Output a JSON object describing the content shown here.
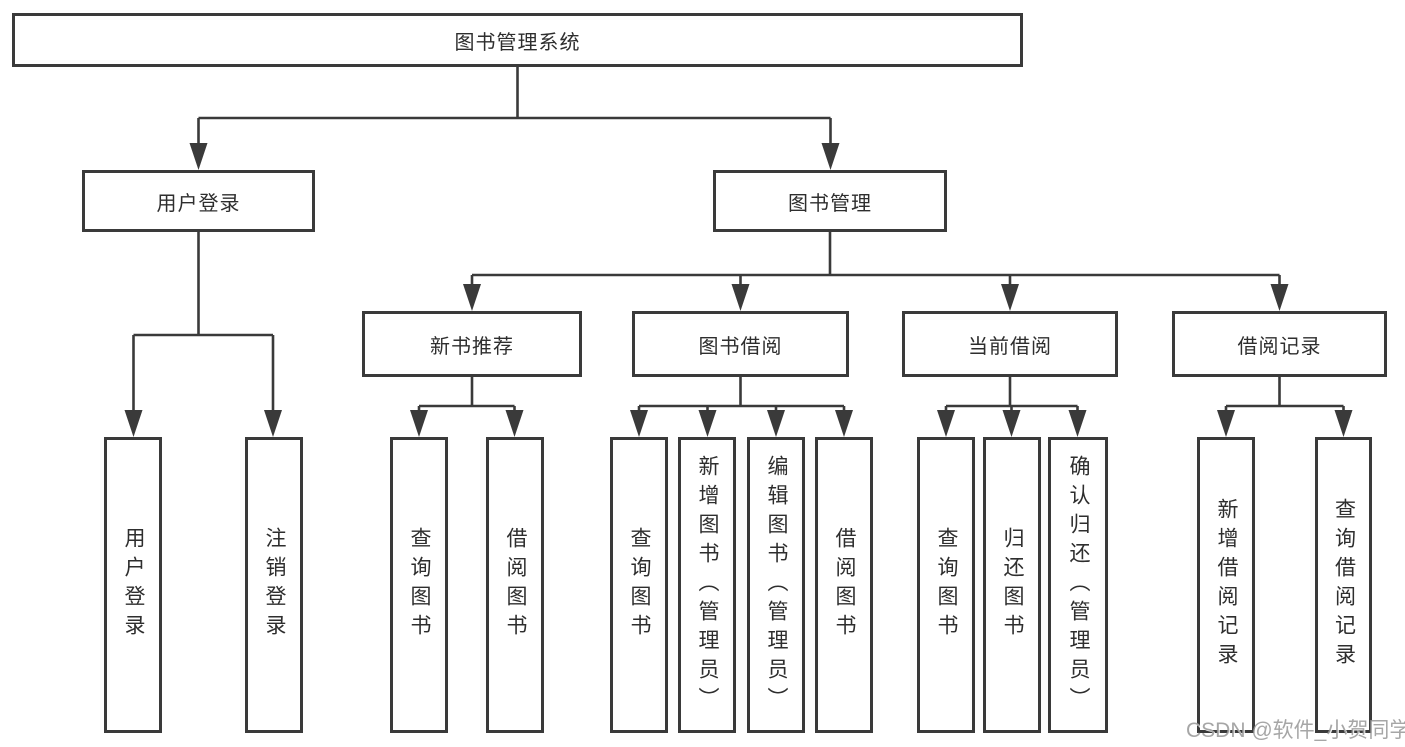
{
  "watermark": "CSDN @软件_小贺同学",
  "tree": {
    "root": {
      "label": "图书管理系统"
    },
    "branches": [
      {
        "label": "用户登录",
        "children": [
          {
            "label": "用户登录"
          },
          {
            "label": "注销登录"
          }
        ]
      },
      {
        "label": "图书管理",
        "sections": [
          {
            "label": "新书推荐",
            "children": [
              {
                "label": "查询图书"
              },
              {
                "label": "借阅图书"
              }
            ]
          },
          {
            "label": "图书借阅",
            "children": [
              {
                "label": "查询图书"
              },
              {
                "label": "新增图书（管理员）"
              },
              {
                "label": "编辑图书（管理员）"
              },
              {
                "label": "借阅图书"
              }
            ]
          },
          {
            "label": "当前借阅",
            "children": [
              {
                "label": "查询图书"
              },
              {
                "label": "归还图书"
              },
              {
                "label": "确认归还（管理员）"
              }
            ]
          },
          {
            "label": "借阅记录",
            "children": [
              {
                "label": "新增借阅记录"
              },
              {
                "label": "查询借阅记录"
              }
            ]
          }
        ]
      }
    ]
  }
}
